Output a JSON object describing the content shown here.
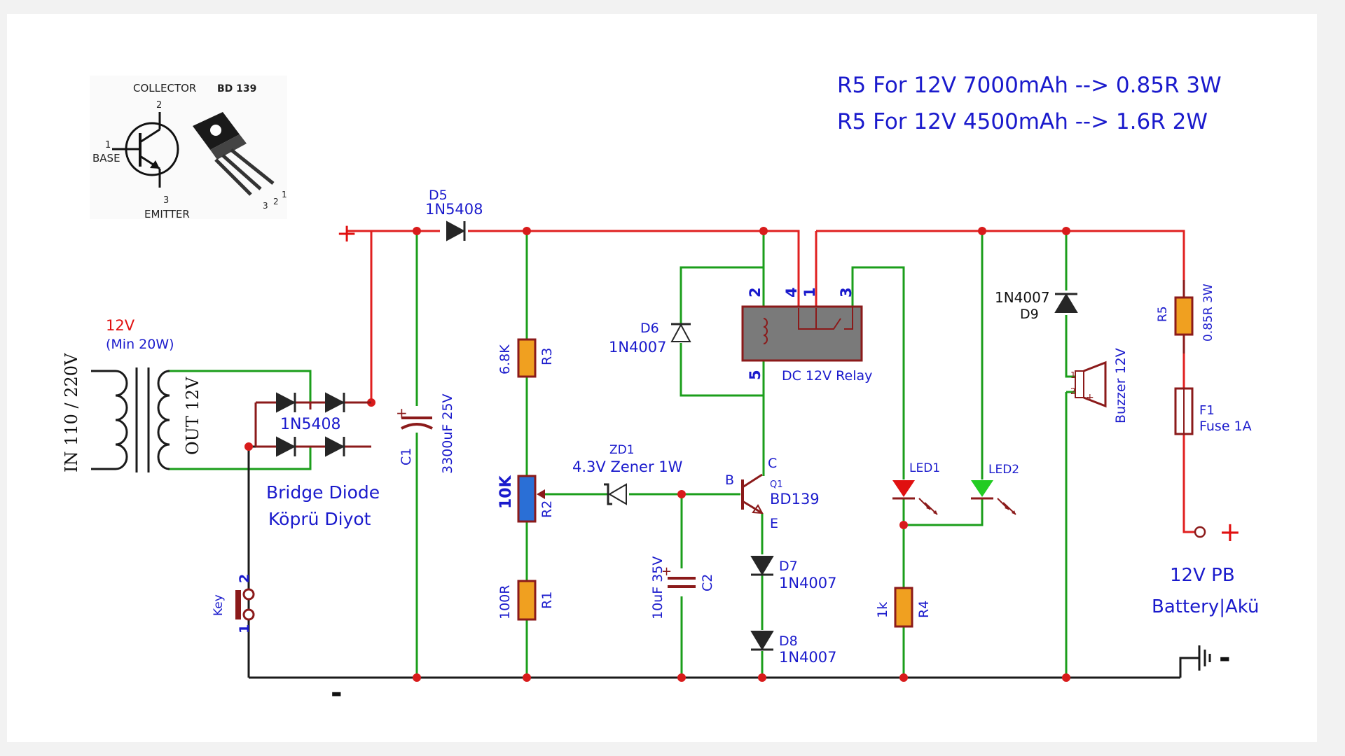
{
  "notes": {
    "line1": "R5 For 12V 7000mAh --> 0.85R 3W",
    "line2": "R5 For 12V 4500mAh --> 1.6R 2W"
  },
  "pinout": {
    "model": "BD 139",
    "collector": "COLLECTOR",
    "base": "BASE",
    "emitter": "EMITTER",
    "pin1": "1",
    "pin2": "2",
    "pin3": "3",
    "pkg_pins": [
      "3",
      "2",
      "1"
    ]
  },
  "transformer": {
    "input": "IN 110 / 220V",
    "output": "OUT 12V",
    "rating": "12V",
    "min_power": "(Min 20W)"
  },
  "bridge": {
    "part": "1N5408",
    "caption1": "Bridge Diode",
    "caption2": "Köprü Diyot"
  },
  "polarity": {
    "plus": "+",
    "minus": "-"
  },
  "d5": {
    "ref": "D5",
    "part": "1N5408"
  },
  "c1": {
    "ref": "C1",
    "value": "3300uF 25V"
  },
  "r3": {
    "ref": "R3",
    "value": "6.8K"
  },
  "r2": {
    "ref": "R2",
    "value": "10K"
  },
  "r1": {
    "ref": "R1",
    "value": "100R"
  },
  "zd1": {
    "ref": "ZD1",
    "value": "4.3V Zener 1W"
  },
  "c2": {
    "ref": "C2",
    "value": "10uF 35V"
  },
  "q1": {
    "ref": "Q1",
    "part": "BD139",
    "b": "B",
    "c": "C",
    "e": "E"
  },
  "d6": {
    "ref": "D6",
    "part": "1N4007"
  },
  "d7": {
    "ref": "D7",
    "part": "1N4007"
  },
  "d8": {
    "ref": "D8",
    "part": "1N4007"
  },
  "relay": {
    "label": "DC 12V Relay",
    "pin2": "2",
    "pin4": "4",
    "pin1": "1",
    "pin3": "3",
    "pin5": "5"
  },
  "led1": {
    "ref": "LED1"
  },
  "led2": {
    "ref": "LED2"
  },
  "r4": {
    "ref": "R4",
    "value": "1k"
  },
  "d9": {
    "ref": "D9",
    "part": "1N4007"
  },
  "buzzer": {
    "label": "Buzzer 12V",
    "pin1": "1",
    "pin2": "2",
    "plus": "+"
  },
  "r5": {
    "ref": "R5",
    "value": "0.85R 3W"
  },
  "f1": {
    "ref": "F1",
    "value": "Fuse 1A"
  },
  "battery": {
    "line1": "12V PB",
    "line2": "Battery|Akü"
  },
  "key": {
    "label": "Key",
    "pin1": "1",
    "pin2": "2"
  },
  "colors": {
    "wire_positive": "#e02020",
    "wire_signal": "#1b9e1b",
    "wire_ground": "#1a1a1a",
    "resistor": "#f0a020",
    "pot_wiper": "#2a6fd6",
    "relay_body": "#7a7a7a",
    "led1": "#e01010",
    "led2": "#22cc22",
    "text_blue": "#1a1acc",
    "text_red": "#e01010"
  }
}
